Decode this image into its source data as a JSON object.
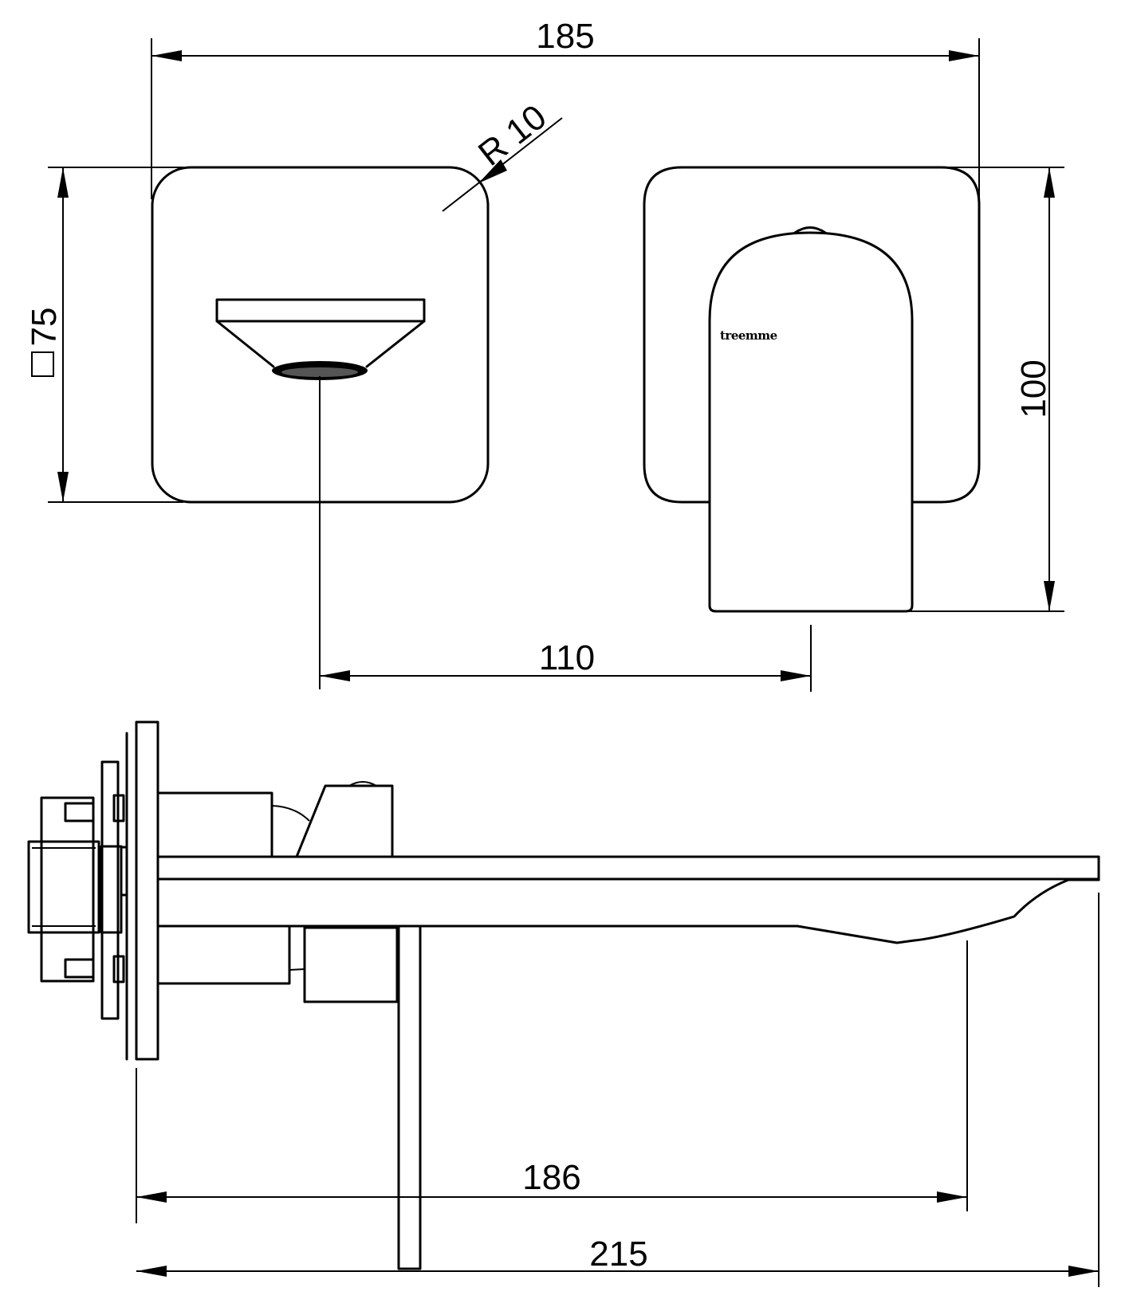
{
  "drawing": {
    "type": "technical-dimension-drawing",
    "subject": "wall-mounted basin mixer (front and side views)",
    "brand_mark": "treemme",
    "views": [
      "front-view-spout-plate",
      "front-view-mixer-plate",
      "side-view"
    ]
  },
  "dimensions": {
    "overall_width": "185",
    "corner_radius": "R 10",
    "plate_size_symbol": "□",
    "plate_size": "75",
    "mixer_height": "100",
    "spout_to_mixer_centers": "110",
    "spout_projection": "186",
    "overall_depth": "215"
  },
  "colors": {
    "line": "#000000",
    "background": "#ffffff"
  }
}
